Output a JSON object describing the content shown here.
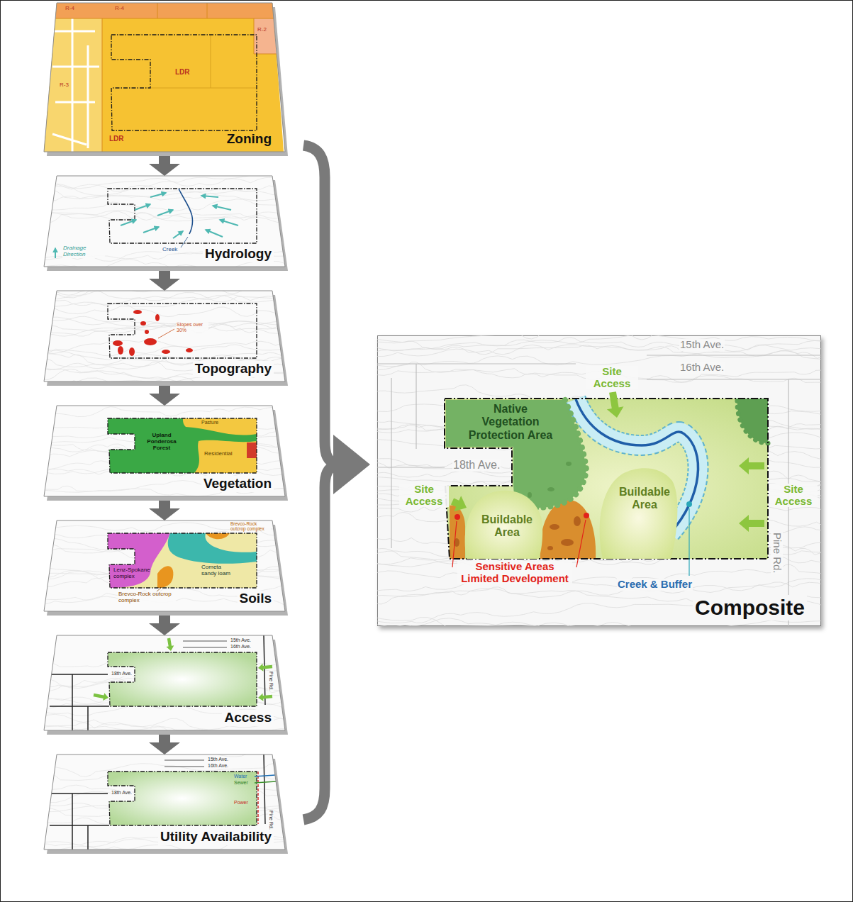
{
  "diagram": {
    "nodes": [
      {
        "text": [
          "Zoning"
        ]
      },
      {
        "text": [
          "Hydrology"
        ]
      },
      {
        "text": [
          "Topography"
        ]
      },
      {
        "text": [
          "Vegetation"
        ]
      },
      {
        "text": [
          "Soils"
        ]
      },
      {
        "text": [
          "Access"
        ]
      },
      {
        "text": [
          "Utility Availability"
        ]
      },
      {
        "text": [
          "Composite"
        ]
      },
      {
        "text": [
          "Native Vegetation Protection Area"
        ],
        "in": 7
      },
      {
        "text": [
          "Buildable Area"
        ],
        "in": 7
      },
      {
        "text": [
          "Buildable Area"
        ],
        "in": 7
      }
    ],
    "edges": [
      {
        "from": 0,
        "to": 1,
        "arrow": "to"
      },
      {
        "from": 1,
        "to": 2,
        "arrow": "to"
      },
      {
        "from": 2,
        "to": 3,
        "arrow": "to"
      },
      {
        "from": 3,
        "to": 4,
        "arrow": "to"
      },
      {
        "from": 4,
        "to": 5,
        "arrow": "to"
      },
      {
        "from": 5,
        "to": 6,
        "arrow": "to"
      }
    ],
    "labels": [
      "R-4",
      "R-4",
      "R-2",
      "LDR",
      "R-3",
      "LDR",
      "Drainage Direction",
      "Creek",
      "Slopes over 30%",
      "Pasture",
      "Upland Ponderosa Forest",
      "Residential",
      "Brevco-Rock outcrop complex",
      "Lenz-Spokane complex",
      "Cometa sandy loam",
      "Brevco-Rock outcrop complex",
      "15th Ave.",
      "16th Ave.",
      "18th Ave.",
      "Pine Rd.",
      "15th Ave.",
      "16th Ave.",
      "18th Ave.",
      "Water",
      "Sewer",
      "Power",
      "Pine Rd.",
      "15th Ave.",
      "16th Ave.",
      "Site Access",
      "Site Access",
      "Site Access",
      "18th Ave.",
      "Pine Rd.",
      "Sensitive Areas Limited Development",
      "Creek & Buffer"
    ]
  }
}
